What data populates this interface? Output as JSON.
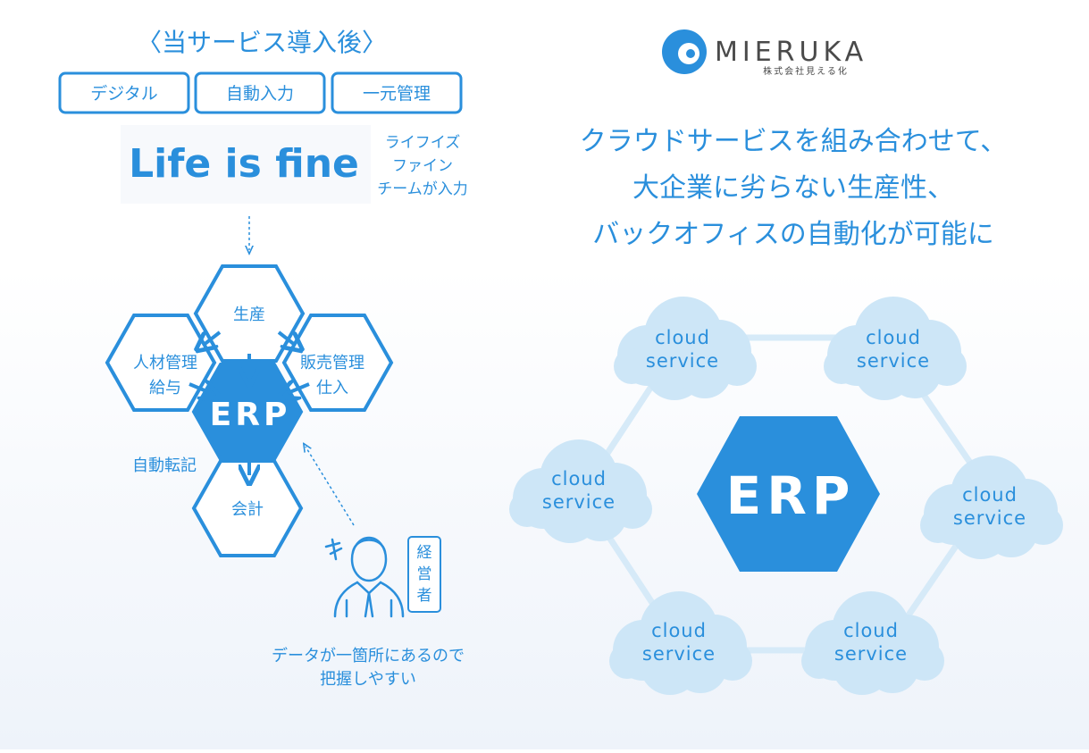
{
  "left": {
    "title": "〈当サービス導入後〉",
    "tags": [
      "デジタル",
      "自動入力",
      "一元管理"
    ],
    "brand_logo_text": "Life is fine",
    "brand_caption": [
      "ライフイズ",
      "ファイン",
      "チームが入力"
    ],
    "hexes": {
      "production": "生産",
      "hr_line1": "人材管理",
      "hr_line2": "給与",
      "sales_line1": "販売管理",
      "sales_line2": "仕入",
      "center": "ERP",
      "accounting": "会計"
    },
    "auto_posting": "自動転記",
    "manager_label": "経営者",
    "footer_line1": "データが一箇所にあるので",
    "footer_line2": "把握しやすい"
  },
  "right": {
    "logo_name": "MIERUKA",
    "logo_company": "株式会社見える化",
    "headline_line1": "クラウドサービスを組み合わせて、",
    "headline_line2": "大企業に劣らない生産性、",
    "headline_line3": "バックオフィスの自動化が可能に",
    "center": "ERP",
    "cloud_line1": "cloud",
    "cloud_line2": "service"
  },
  "colors": {
    "primary": "#2a8fdc",
    "cloud": "#cde6f7",
    "connector": "#d6eaf8",
    "logo_gray": "#4a4a4a"
  }
}
